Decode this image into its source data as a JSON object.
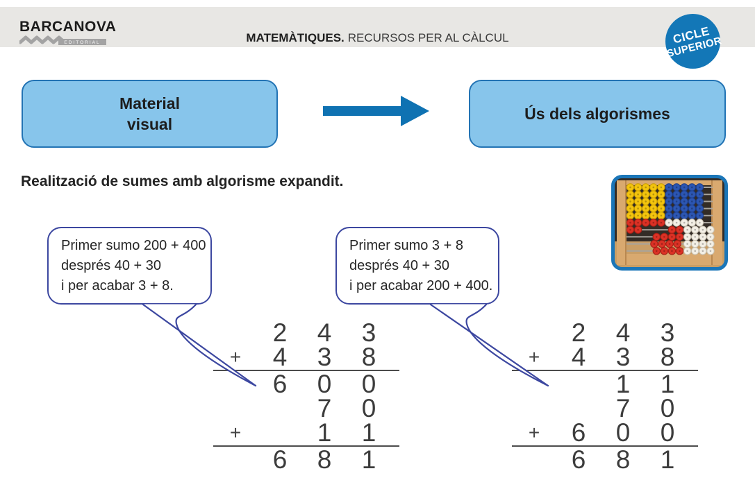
{
  "header": {
    "logo": {
      "name": "BARCANOVA",
      "tagline": "EDITORIAL"
    },
    "title_bold": "MATEMÀTIQUES.",
    "title_rest": "RECURSOS PER AL CÀLCUL",
    "badge": {
      "line1": "CICLE",
      "line2": "SUPERIOR"
    }
  },
  "flow": {
    "left_box": {
      "line1": "Material",
      "line2": "visual"
    },
    "right_box": "Ús dels algorismes"
  },
  "section_title": "Realització de sumes amb algorisme expandit.",
  "bubbles": [
    {
      "lines": [
        "Primer sumo 200 + 400",
        "després 40 + 30",
        "i per acabar 3 + 8."
      ]
    },
    {
      "lines": [
        "Primer sumo 3 + 8",
        "després 40 + 30",
        "i per acabar 200 + 400."
      ]
    }
  ],
  "additions": {
    "left": {
      "rows": [
        {
          "plus": "",
          "digits": [
            "2",
            "4",
            "3"
          ]
        },
        {
          "plus": "+",
          "digits": [
            "4",
            "3",
            "8"
          ]
        },
        {
          "rule": true
        },
        {
          "plus": "",
          "digits": [
            "6",
            "0",
            "0"
          ]
        },
        {
          "plus": "",
          "digits": [
            "",
            "7",
            "0"
          ]
        },
        {
          "plus": "+",
          "digits": [
            "",
            "1",
            "1"
          ]
        },
        {
          "rule": true
        },
        {
          "plus": "",
          "digits": [
            "6",
            "8",
            "1"
          ]
        }
      ]
    },
    "right": {
      "rows": [
        {
          "plus": "",
          "digits": [
            "2",
            "4",
            "3"
          ]
        },
        {
          "plus": "+",
          "digits": [
            "4",
            "3",
            "8"
          ]
        },
        {
          "rule": true
        },
        {
          "plus": "",
          "digits": [
            "",
            "1",
            "1"
          ]
        },
        {
          "plus": "",
          "digits": [
            "",
            "7",
            "0"
          ]
        },
        {
          "plus": "+",
          "digits": [
            "6",
            "0",
            "0"
          ]
        },
        {
          "rule": true
        },
        {
          "plus": "",
          "digits": [
            "6",
            "8",
            "1"
          ]
        }
      ]
    }
  },
  "abacus": {
    "border_color": "#1b76b8",
    "frame_color": "#d9a96f",
    "frame_shade": "#b98850",
    "bg_top": "#332c26",
    "bg_bottom": "#c99e66",
    "rod_color": "#a8a49d",
    "bead_colors": {
      "yellow": {
        "fill": "#f3c40e",
        "stroke": "#c99d00"
      },
      "blue": {
        "fill": "#2c56b2",
        "stroke": "#1c3c86"
      },
      "red": {
        "fill": "#da3125",
        "stroke": "#a51e14"
      },
      "white": {
        "fill": "#f3efe5",
        "stroke": "#c9c2b2"
      }
    },
    "rows": [
      {
        "segments": [
          {
            "color": "yellow",
            "count": 5,
            "pos": 0
          },
          {
            "color": "blue",
            "count": 5,
            "pos": 5
          }
        ]
      },
      {
        "segments": [
          {
            "color": "yellow",
            "count": 5,
            "pos": 0
          },
          {
            "color": "blue",
            "count": 5,
            "pos": 5
          }
        ]
      },
      {
        "segments": [
          {
            "color": "yellow",
            "count": 5,
            "pos": 0
          },
          {
            "color": "blue",
            "count": 5,
            "pos": 5
          }
        ]
      },
      {
        "segments": [
          {
            "color": "yellow",
            "count": 5,
            "pos": 0
          },
          {
            "color": "blue",
            "count": 5,
            "pos": 5
          }
        ]
      },
      {
        "segments": [
          {
            "color": "yellow",
            "count": 5,
            "pos": 0
          },
          {
            "color": "blue",
            "count": 5,
            "pos": 5
          }
        ]
      },
      {
        "segments": [
          {
            "color": "red",
            "count": 5,
            "pos": 0
          },
          {
            "color": "white",
            "count": 5,
            "pos": 5
          }
        ]
      },
      {
        "segments": [
          {
            "color": "red",
            "count": 2,
            "pos": 0
          },
          {
            "color": "red",
            "count": 2,
            "pos": 5.4
          },
          {
            "color": "white",
            "count": 4,
            "pos": 7.4
          }
        ]
      },
      {
        "segments": [
          {
            "color": "red",
            "count": 4,
            "pos": 3.4
          },
          {
            "color": "white",
            "count": 4,
            "pos": 7.4
          }
        ]
      },
      {
        "segments": [
          {
            "color": "red",
            "count": 4,
            "pos": 3.1
          },
          {
            "color": "white",
            "count": 4,
            "pos": 7.4
          }
        ]
      },
      {
        "segments": [
          {
            "color": "red",
            "count": 4,
            "pos": 3.4
          },
          {
            "color": "white",
            "count": 4,
            "pos": 7.4
          }
        ]
      }
    ]
  },
  "colors": {
    "badge_blue": "#1377b7",
    "box_fill": "#87c5eb",
    "box_border": "#2273b4",
    "arrow_blue": "#0f72b2",
    "bubble_border": "#3c47a0",
    "header_bar": "#e8e7e4",
    "text_dark": "#242424"
  }
}
